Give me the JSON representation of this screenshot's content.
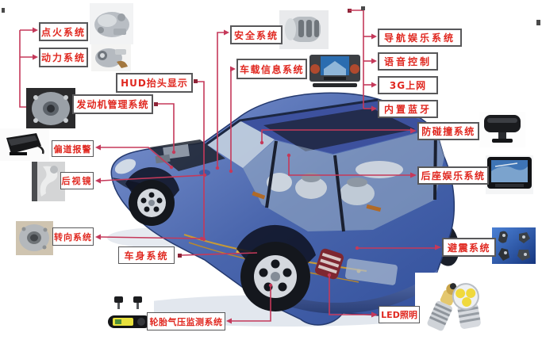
{
  "diagram": {
    "subject": "car cutaway systems diagram",
    "labels": {
      "ignition": "点火系统",
      "power": "动力系统",
      "hud": "HUD抬头显示",
      "engine_mgmt": "发动机管理系统",
      "lane_warning": "偏道报警",
      "rear_mirror": "后视镜",
      "steering": "转向系统",
      "body": "车身系统",
      "tpms": "轮胎气压监测系统",
      "safety": "安全系统",
      "infotainment": "车载信息系统",
      "nav": "导航娱乐系统",
      "voice": "语音控制",
      "net3g": "3G上网",
      "bluetooth": "内置蓝牙",
      "collision": "防碰撞系统",
      "rear_seat": "后座娱乐系统",
      "suspension": "避震系统",
      "led": "LED照明"
    },
    "colors": {
      "background": "#ffffff",
      "connector_line": "#c5395a",
      "label_text": "#e02820",
      "label_box_border": "#58585a",
      "car_body_blue": "#4a66ad",
      "car_dark_blue": "#2b3f76"
    }
  }
}
